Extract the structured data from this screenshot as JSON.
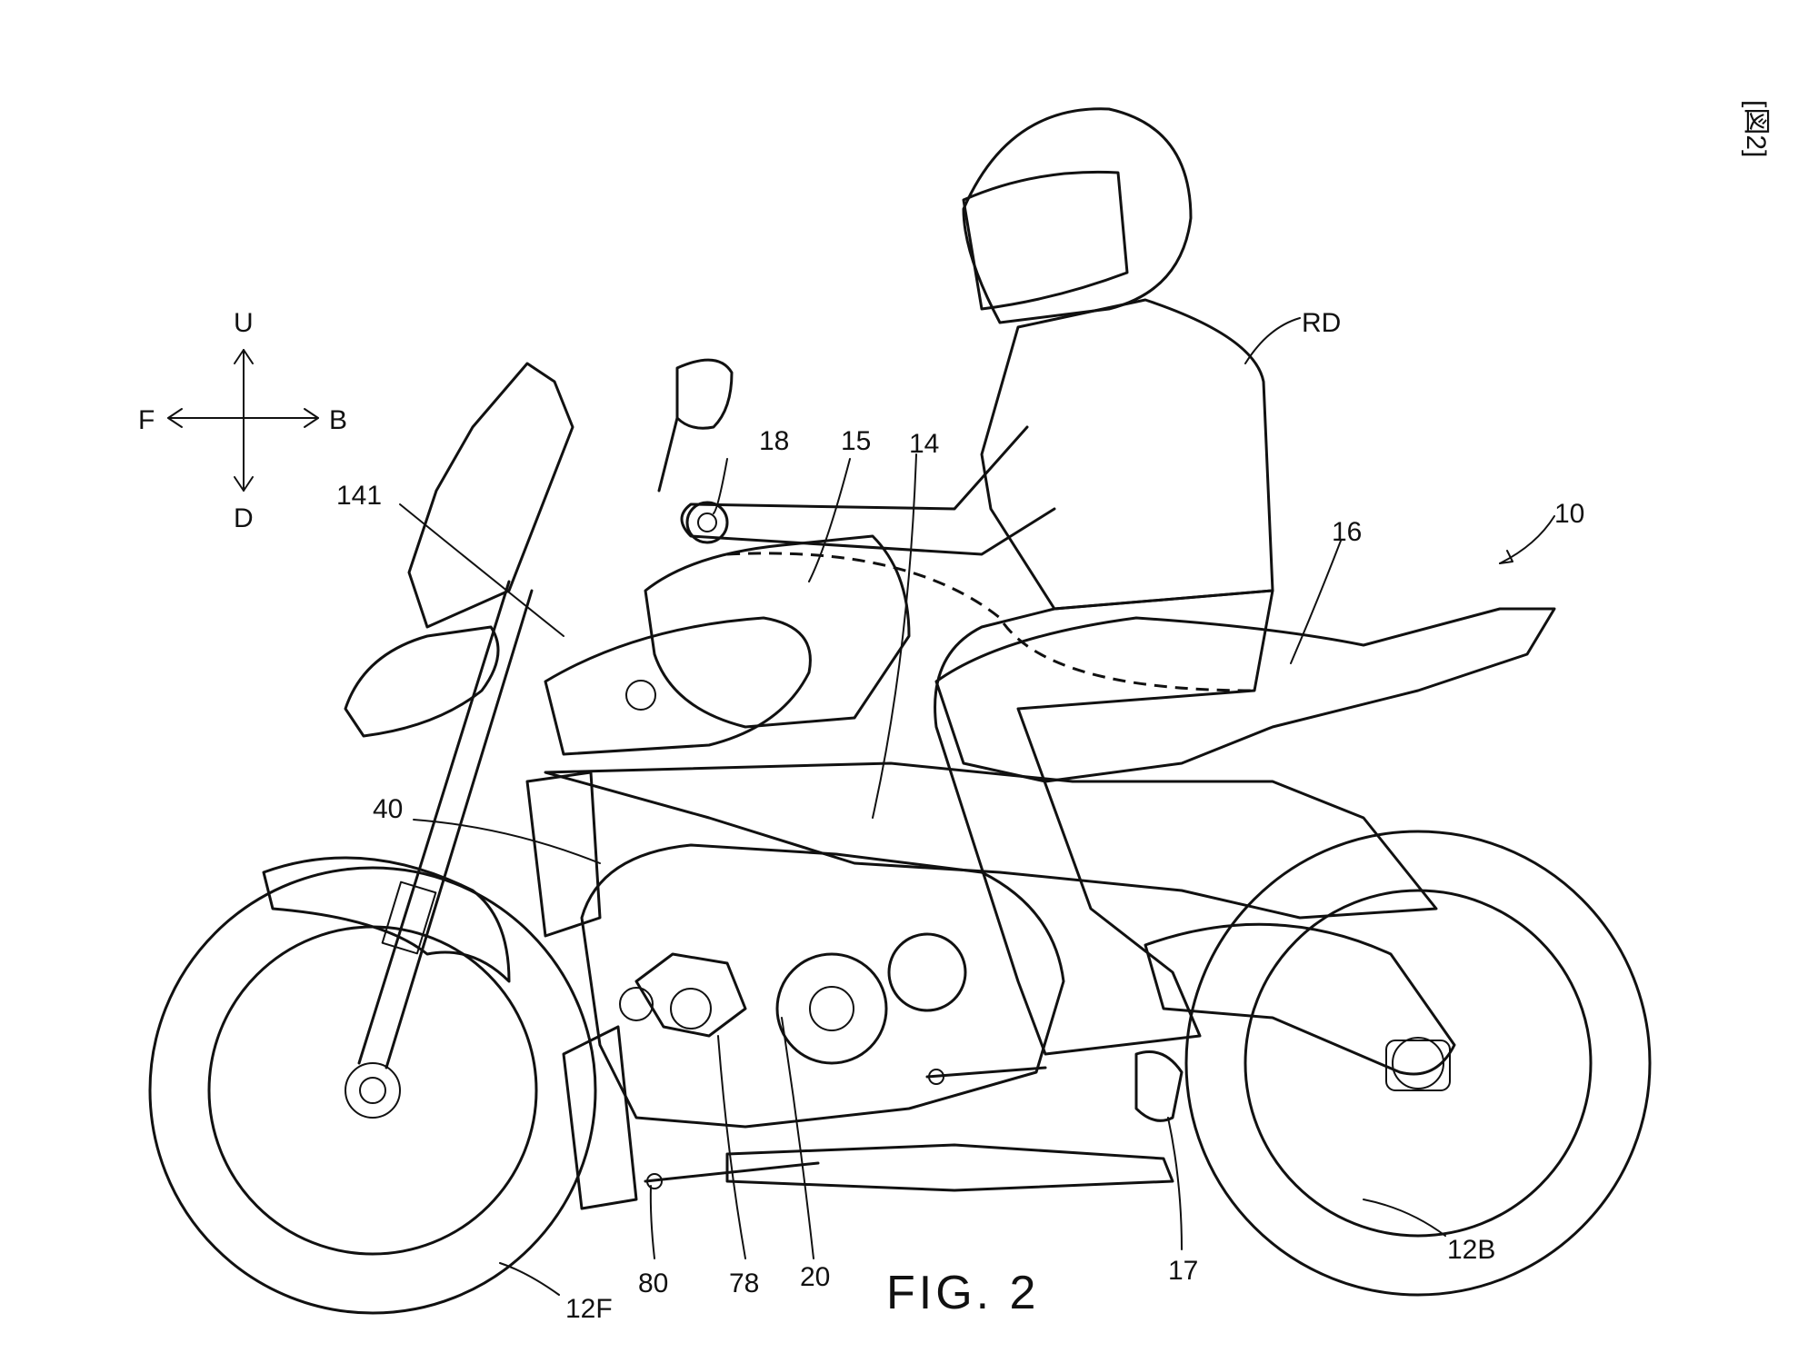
{
  "figure_tag": "[図2]",
  "caption": "FIG. 2",
  "directions": {
    "up": "U",
    "down": "D",
    "front": "F",
    "back": "B"
  },
  "labels": {
    "rider": "RD",
    "vehicle": "10",
    "frame": "14",
    "steering_head": "141",
    "fuel_tank": "15",
    "seat": "16",
    "footrest": "17",
    "handlebar": "18",
    "engine": "20",
    "radiator": "40",
    "part_78": "78",
    "part_80": "80",
    "front_wheel": "12F",
    "rear_wheel": "12B"
  },
  "colors": {
    "ink": "#111111",
    "paper": "#ffffff"
  }
}
